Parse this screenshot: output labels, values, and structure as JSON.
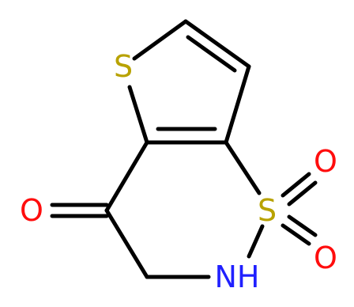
{
  "molecule": {
    "atoms": [
      {
        "id": "S_thiophene",
        "label": "S",
        "color": "#B8A200"
      },
      {
        "id": "S_sulfonyl",
        "label": "S",
        "color": "#B8A200"
      },
      {
        "id": "O_ketone",
        "label": "O",
        "color": "#FF0D0D"
      },
      {
        "id": "O_sulfonyl_top",
        "label": "O",
        "color": "#FF0D0D"
      },
      {
        "id": "O_sulfonyl_bottom",
        "label": "O",
        "color": "#FF0D0D"
      },
      {
        "id": "N_amide",
        "label": "NH",
        "color": "#2020FF"
      }
    ]
  }
}
